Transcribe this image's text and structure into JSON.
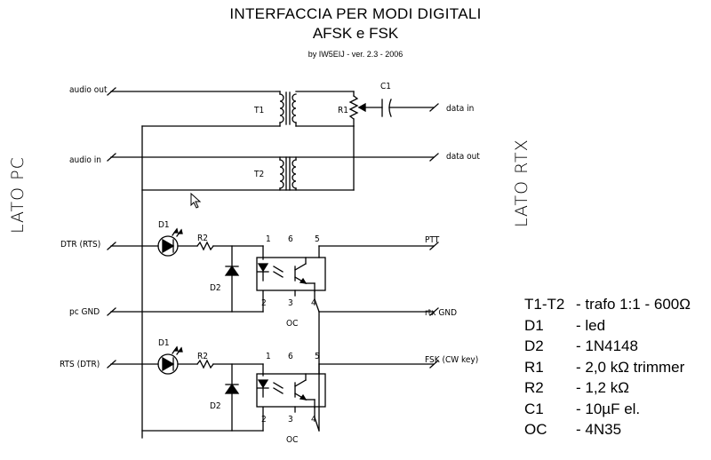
{
  "header": {
    "title": "INTERFACCIA PER MODI DIGITALI",
    "subtitle": "AFSK e FSK",
    "byline": "by IW5EIJ - ver. 2.3 - 2006"
  },
  "sides": {
    "left": "LATO PC",
    "right": "LATO RTX"
  },
  "ports": {
    "audio_out": "audio out",
    "audio_in": "audio in",
    "dtr_rts": "DTR (RTS)",
    "pc_gnd": "pc GND",
    "rts_dtr": "RTS (DTR)",
    "data_in": "data in",
    "data_out": "data out",
    "ptt": "PTT",
    "rtx_gnd": "rtx GND",
    "fsk": "FSK (CW key)"
  },
  "components": {
    "t1": "T1",
    "t2": "T2",
    "r1": "R1",
    "c1": "C1",
    "d1_top": "D1",
    "r2_top": "R2",
    "d2_top": "D2",
    "oc_top": "OC",
    "d1_bot": "D1",
    "r2_bot": "R2",
    "d2_bot": "D2",
    "oc_bot": "OC"
  },
  "pins": {
    "p1": "1",
    "p2": "2",
    "p3": "3",
    "p4": "4",
    "p5": "5",
    "p6": "6"
  },
  "legend": [
    {
      "ref": "T1-T2",
      "desc": "- trafo 1:1 - 600Ω"
    },
    {
      "ref": "D1",
      "desc": "- led"
    },
    {
      "ref": "D2",
      "desc": "- 1N4148"
    },
    {
      "ref": "R1",
      "desc": "- 2,0 kΩ trimmer"
    },
    {
      "ref": "R2",
      "desc": "- 1,2 kΩ"
    },
    {
      "ref": "C1",
      "desc": "- 10µF el."
    },
    {
      "ref": "OC",
      "desc": "- 4N35"
    }
  ]
}
